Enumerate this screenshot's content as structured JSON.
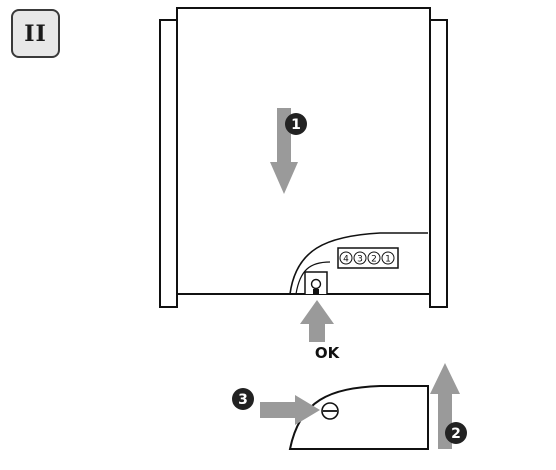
{
  "step_badge": "II",
  "callouts": {
    "one": "1",
    "two": "2",
    "three": "3"
  },
  "ok_label": "OK",
  "terminals": [
    "4",
    "3",
    "2",
    "1"
  ],
  "colors": {
    "arrow": "#9a9a9a",
    "line": "#111111",
    "callout": "#222222",
    "badge_bg": "#e8e8e8"
  }
}
